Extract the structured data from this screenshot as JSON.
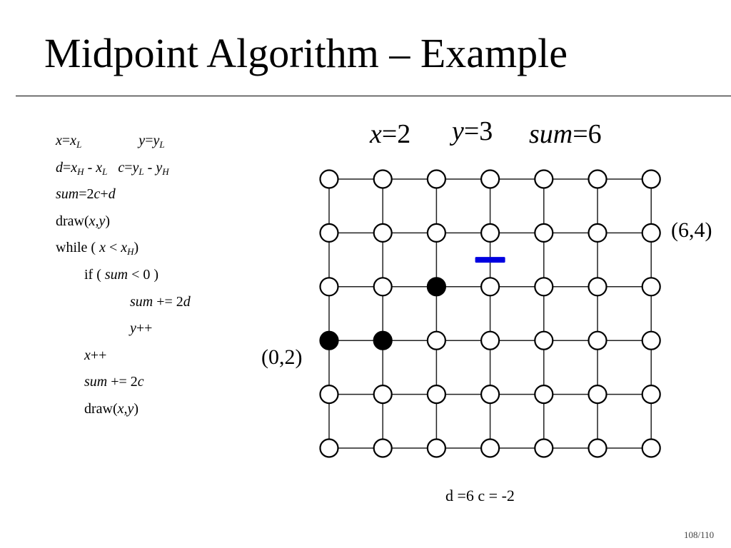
{
  "title": "Midpoint Algorithm – Example",
  "code_lines": [
    {
      "indent": 0,
      "segs": [
        {
          "t": "x",
          "i": 1
        },
        {
          "t": "="
        },
        {
          "t": "x",
          "i": 1
        },
        {
          "t": "L",
          "i": 1,
          "sub": 1
        },
        {
          "t": "                "
        },
        {
          "t": "y",
          "i": 1
        },
        {
          "t": "="
        },
        {
          "t": "y",
          "i": 1
        },
        {
          "t": "L",
          "i": 1,
          "sub": 1
        }
      ]
    },
    {
      "indent": 0,
      "segs": [
        {
          "t": "d",
          "i": 1
        },
        {
          "t": "="
        },
        {
          "t": "x",
          "i": 1
        },
        {
          "t": "H",
          "i": 1,
          "sub": 1
        },
        {
          "t": " - "
        },
        {
          "t": "x",
          "i": 1
        },
        {
          "t": "L",
          "i": 1,
          "sub": 1
        },
        {
          "t": "   "
        },
        {
          "t": "c",
          "i": 1
        },
        {
          "t": "="
        },
        {
          "t": "y",
          "i": 1
        },
        {
          "t": "L",
          "i": 1,
          "sub": 1
        },
        {
          "t": " - "
        },
        {
          "t": "y",
          "i": 1
        },
        {
          "t": "H",
          "i": 1,
          "sub": 1
        }
      ]
    },
    {
      "indent": 0,
      "segs": [
        {
          "t": "sum",
          "i": 1
        },
        {
          "t": "=2"
        },
        {
          "t": "c",
          "i": 1
        },
        {
          "t": "+"
        },
        {
          "t": "d",
          "i": 1
        }
      ]
    },
    {
      "indent": 0,
      "segs": [
        {
          "t": "draw("
        },
        {
          "t": "x,y",
          "i": 1
        },
        {
          "t": ")"
        }
      ]
    },
    {
      "indent": 0,
      "segs": [
        {
          "t": "while ( "
        },
        {
          "t": "x",
          "i": 1
        },
        {
          "t": " < "
        },
        {
          "t": "x",
          "i": 1
        },
        {
          "t": "H",
          "i": 1,
          "sub": 1
        },
        {
          "t": ")"
        }
      ]
    },
    {
      "indent": 1,
      "segs": [
        {
          "t": "if ( "
        },
        {
          "t": "sum",
          "i": 1
        },
        {
          "t": " < 0 )"
        }
      ]
    },
    {
      "indent": 2,
      "segs": [
        {
          "t": "sum",
          "i": 1
        },
        {
          "t": " += 2"
        },
        {
          "t": "d",
          "i": 1
        }
      ]
    },
    {
      "indent": 2,
      "segs": [
        {
          "t": "y",
          "i": 1
        },
        {
          "t": "++"
        }
      ]
    },
    {
      "indent": 1,
      "segs": [
        {
          "t": "x",
          "i": 1
        },
        {
          "t": "++"
        }
      ]
    },
    {
      "indent": 1,
      "segs": [
        {
          "t": "sum",
          "i": 1
        },
        {
          "t": " += 2"
        },
        {
          "t": "c",
          "i": 1
        }
      ]
    },
    {
      "indent": 1,
      "segs": [
        {
          "t": "draw("
        },
        {
          "t": "x,y",
          "i": 1
        },
        {
          "t": ")"
        }
      ]
    }
  ],
  "state": {
    "x_label": "x",
    "x_value": "=2",
    "y_label": "y",
    "y_value": "=3",
    "sum_label": "sum",
    "sum_value": "=6"
  },
  "grid": {
    "columns": 7,
    "rows": 6,
    "filled_points": [
      [
        0,
        2
      ],
      [
        1,
        2
      ],
      [
        2,
        3
      ]
    ],
    "midpoint_marker": [
      3,
      3.5
    ],
    "marker_color": "#0000e0"
  },
  "end_points": {
    "start": "(0,2)",
    "end": "(6,4)"
  },
  "params": "d =6 c = -2",
  "page_number": "108/110"
}
